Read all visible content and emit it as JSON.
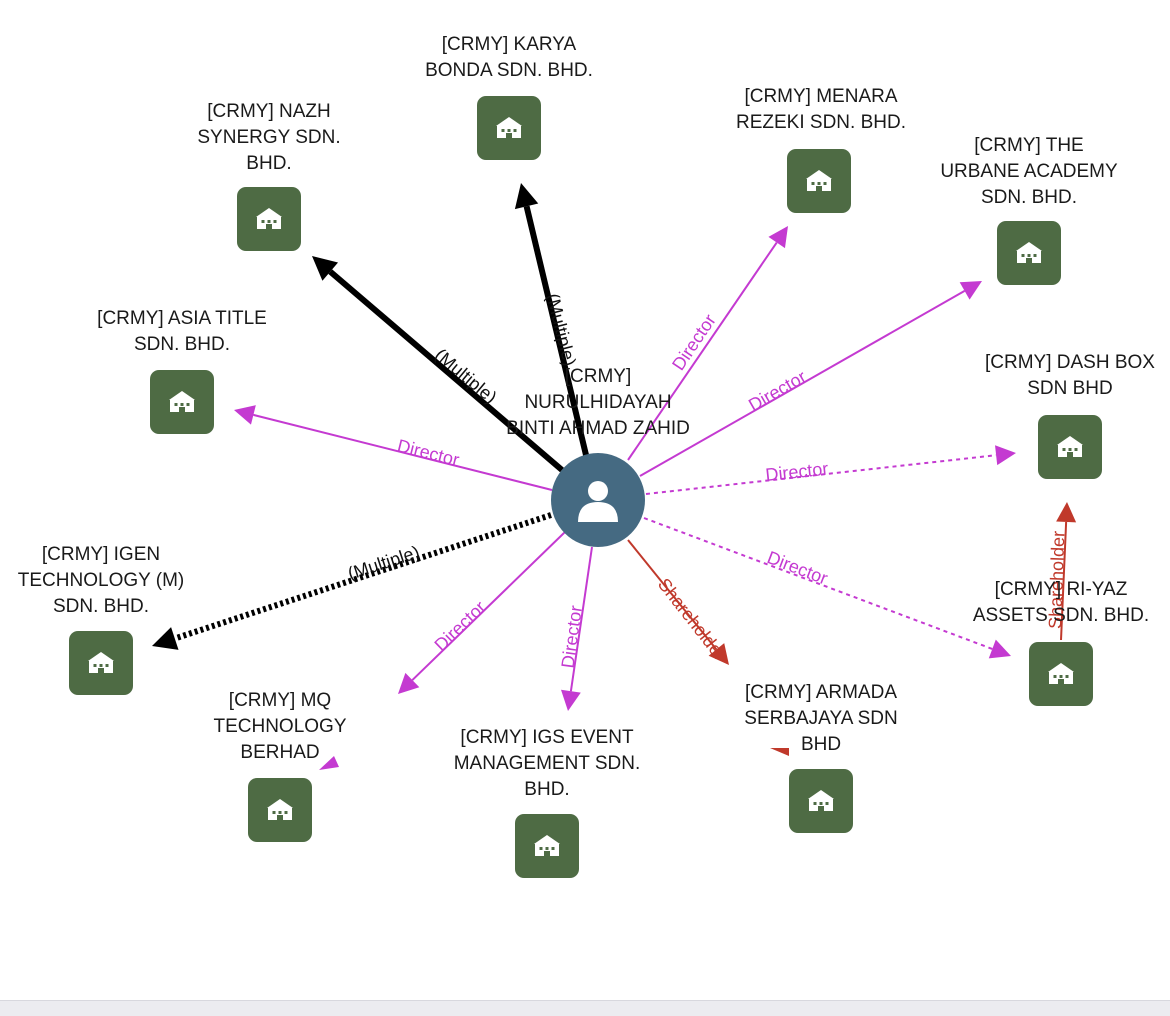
{
  "person": {
    "label_lines": [
      "[CRMY]",
      "NURULHIDAYAH",
      "BINTI AHMAD ZAHID"
    ]
  },
  "colors": {
    "director": "#c43ad1",
    "shareholder": "#c0392b",
    "multiple": "#000000",
    "company_node": "#4e6b44",
    "person_node": "#456a82"
  },
  "icons": {
    "person": "user-icon",
    "company": "building-icon"
  },
  "companies": [
    {
      "id": "karya",
      "label_lines": [
        "[CRMY] KARYA",
        "BONDA SDN. BHD."
      ]
    },
    {
      "id": "nazh",
      "label_lines": [
        "[CRMY] NAZH",
        "SYNERGY SDN.",
        "BHD."
      ]
    },
    {
      "id": "menara",
      "label_lines": [
        "[CRMY] MENARA",
        "REZEKI SDN. BHD."
      ]
    },
    {
      "id": "urbane",
      "label_lines": [
        "[CRMY] THE",
        "URBANE ACADEMY",
        "SDN. BHD."
      ]
    },
    {
      "id": "asia",
      "label_lines": [
        "[CRMY] ASIA TITLE",
        "SDN. BHD."
      ]
    },
    {
      "id": "dashbox",
      "label_lines": [
        "[CRMY] DASH BOX",
        "SDN BHD"
      ]
    },
    {
      "id": "igen",
      "label_lines": [
        "[CRMY] IGEN",
        "TECHNOLOGY (M)",
        "SDN. BHD."
      ]
    },
    {
      "id": "riyaz",
      "label_lines": [
        "[CRMY] RI-YAZ",
        "ASSETS SDN. BHD."
      ]
    },
    {
      "id": "mq",
      "label_lines": [
        "[CRMY] MQ",
        "TECHNOLOGY",
        "BERHAD"
      ]
    },
    {
      "id": "igs",
      "label_lines": [
        "[CRMY] IGS EVENT",
        "MANAGEMENT SDN.",
        "BHD."
      ]
    },
    {
      "id": "armada",
      "label_lines": [
        "[CRMY] ARMADA",
        "SERBAJAYA SDN",
        "BHD"
      ]
    }
  ],
  "edges": [
    {
      "to": "nazh",
      "type": "multiple",
      "label": "(Multiple)"
    },
    {
      "to": "karya",
      "type": "multiple",
      "label": "(Multiple)"
    },
    {
      "to": "menara",
      "type": "director",
      "label": "Director"
    },
    {
      "to": "urbane",
      "type": "director",
      "label": "Director"
    },
    {
      "to": "asia",
      "type": "director",
      "label": "Director"
    },
    {
      "to": "dashbox",
      "type": "director",
      "label": "Director",
      "dashed": true
    },
    {
      "to": "riyaz",
      "type": "director",
      "label": "Director",
      "dashed": true
    },
    {
      "to": "igen",
      "type": "multiple",
      "label": "(Multiple)",
      "dashed": true
    },
    {
      "to": "mq",
      "type": "director",
      "label": "Director"
    },
    {
      "to": "igs",
      "type": "director",
      "label": "Director"
    },
    {
      "to": "armada",
      "type": "shareholder",
      "label": "Shareholder"
    },
    {
      "from": "riyaz",
      "to": "dashbox",
      "type": "shareholder",
      "label": "Shareholder"
    }
  ]
}
